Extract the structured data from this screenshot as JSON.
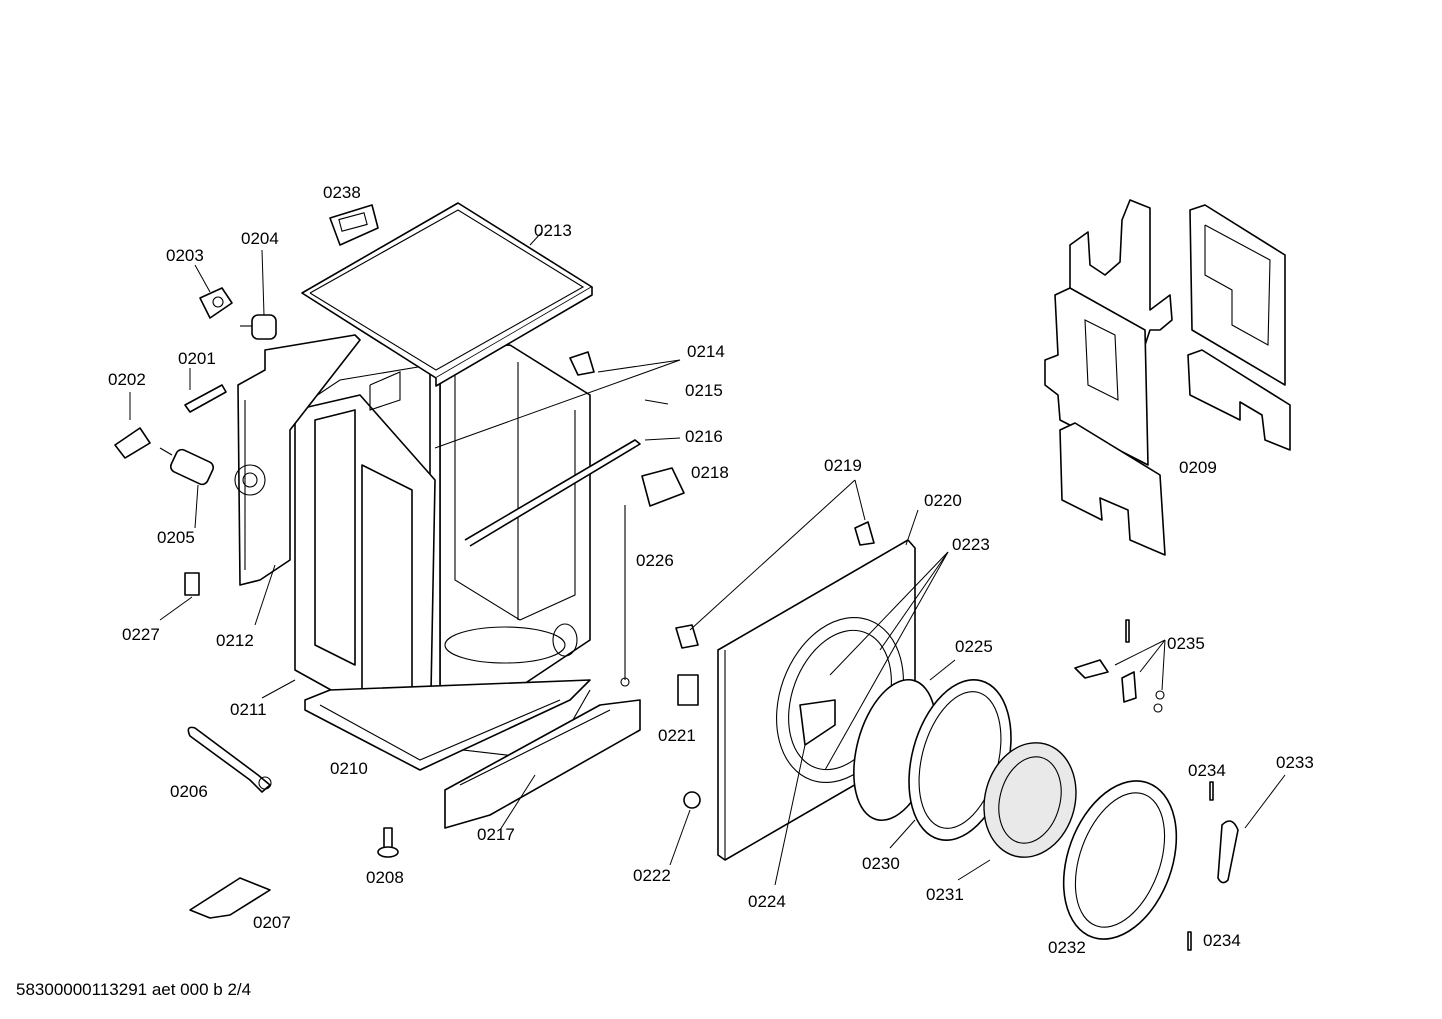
{
  "document_code": "58300000113291 aet 000 b 2/4",
  "labels": {
    "p0201": "0201",
    "p0202": "0202",
    "p0203": "0203",
    "p0204": "0204",
    "p0205": "0205",
    "p0206": "0206",
    "p0207": "0207",
    "p0208": "0208",
    "p0209": "0209",
    "p0210": "0210",
    "p0211": "0211",
    "p0212": "0212",
    "p0213": "0213",
    "p0214": "0214",
    "p0215": "0215",
    "p0216": "0216",
    "p0217": "0217",
    "p0218": "0218",
    "p0219": "0219",
    "p0220": "0220",
    "p0221": "0221",
    "p0222": "0222",
    "p0223": "0223",
    "p0224": "0224",
    "p0225": "0225",
    "p0226": "0226",
    "p0227": "0227",
    "p0230": "0230",
    "p0231": "0231",
    "p0232": "0232",
    "p0233": "0233",
    "p0234a": "0234",
    "p0234b": "0234",
    "p0235": "0235",
    "p0238": "0238"
  }
}
